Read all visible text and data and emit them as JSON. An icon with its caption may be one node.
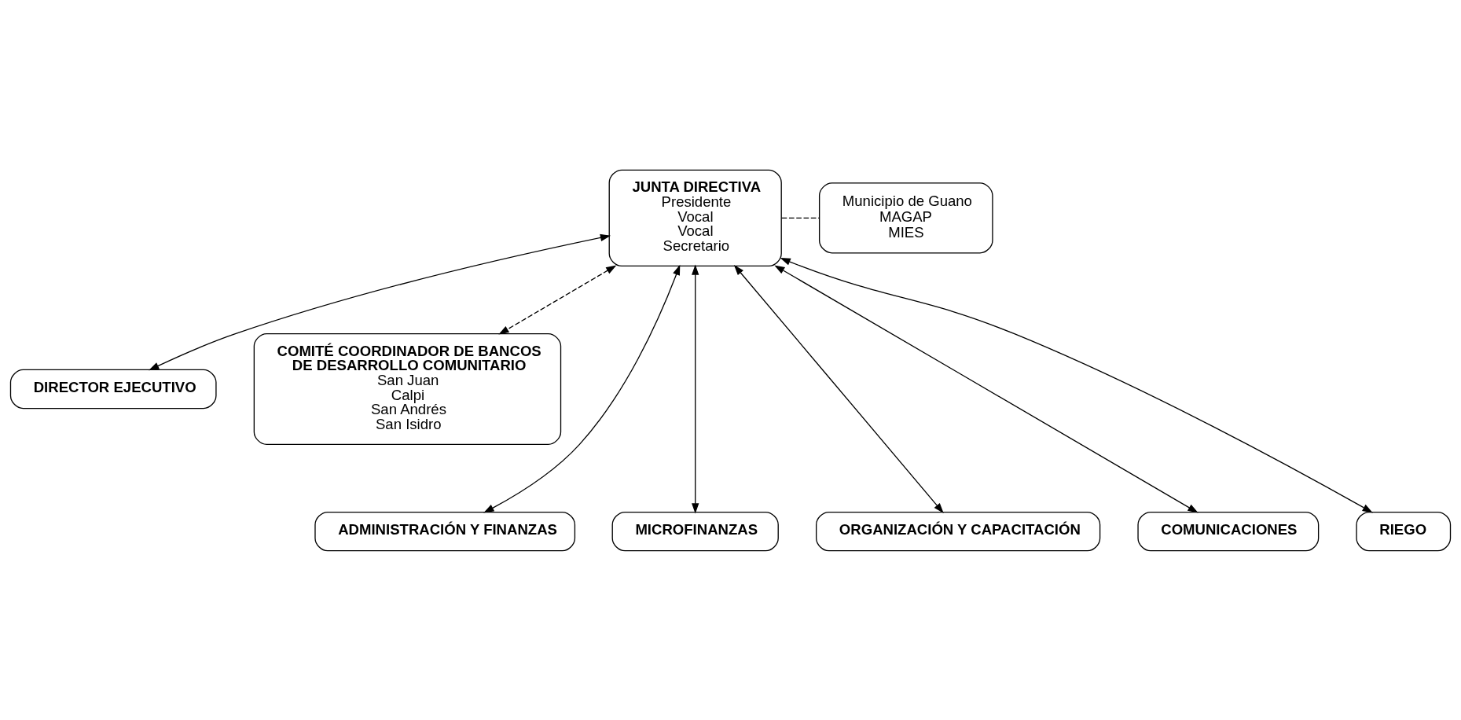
{
  "diagram": {
    "nodes": [
      {
        "text": [
          "JUNTA DIRECTIVA",
          "Presidente",
          "Vocal",
          "Vocal",
          "Secretario"
        ]
      },
      {
        "text": [
          "Municipio de Guano",
          "MAGAP",
          "MIES"
        ]
      },
      {
        "text": [
          "DIRECTOR EJECUTIVO"
        ]
      },
      {
        "text": [
          "COMITÉ COORDINADOR DE BANCOS DE DESARROLLO COMUNITARIO",
          "San Juan",
          "Calpi",
          "San Andrés",
          "San Isidro"
        ]
      },
      {
        "text": [
          "ADMINISTRACIÓN Y FINANZAS"
        ]
      },
      {
        "text": [
          "MICROFINANZAS"
        ]
      },
      {
        "text": [
          "ORGANIZACIÓN Y CAPACITACIÓN"
        ]
      },
      {
        "text": [
          "COMUNICACIONES"
        ]
      },
      {
        "text": [
          "RIEGO"
        ]
      }
    ],
    "edges": [
      {
        "from": 0,
        "to": 1,
        "arrow": "none",
        "style": "dashed"
      },
      {
        "from": 0,
        "to": 2,
        "arrow": "both"
      },
      {
        "from": 0,
        "to": 3,
        "arrow": "both",
        "style": "dashed"
      },
      {
        "from": 0,
        "to": 4,
        "arrow": "both"
      },
      {
        "from": 0,
        "to": 5,
        "arrow": "both"
      },
      {
        "from": 0,
        "to": 6,
        "arrow": "both"
      },
      {
        "from": 0,
        "to": 7,
        "arrow": "both"
      },
      {
        "from": 0,
        "to": 8,
        "arrow": "both"
      }
    ]
  }
}
